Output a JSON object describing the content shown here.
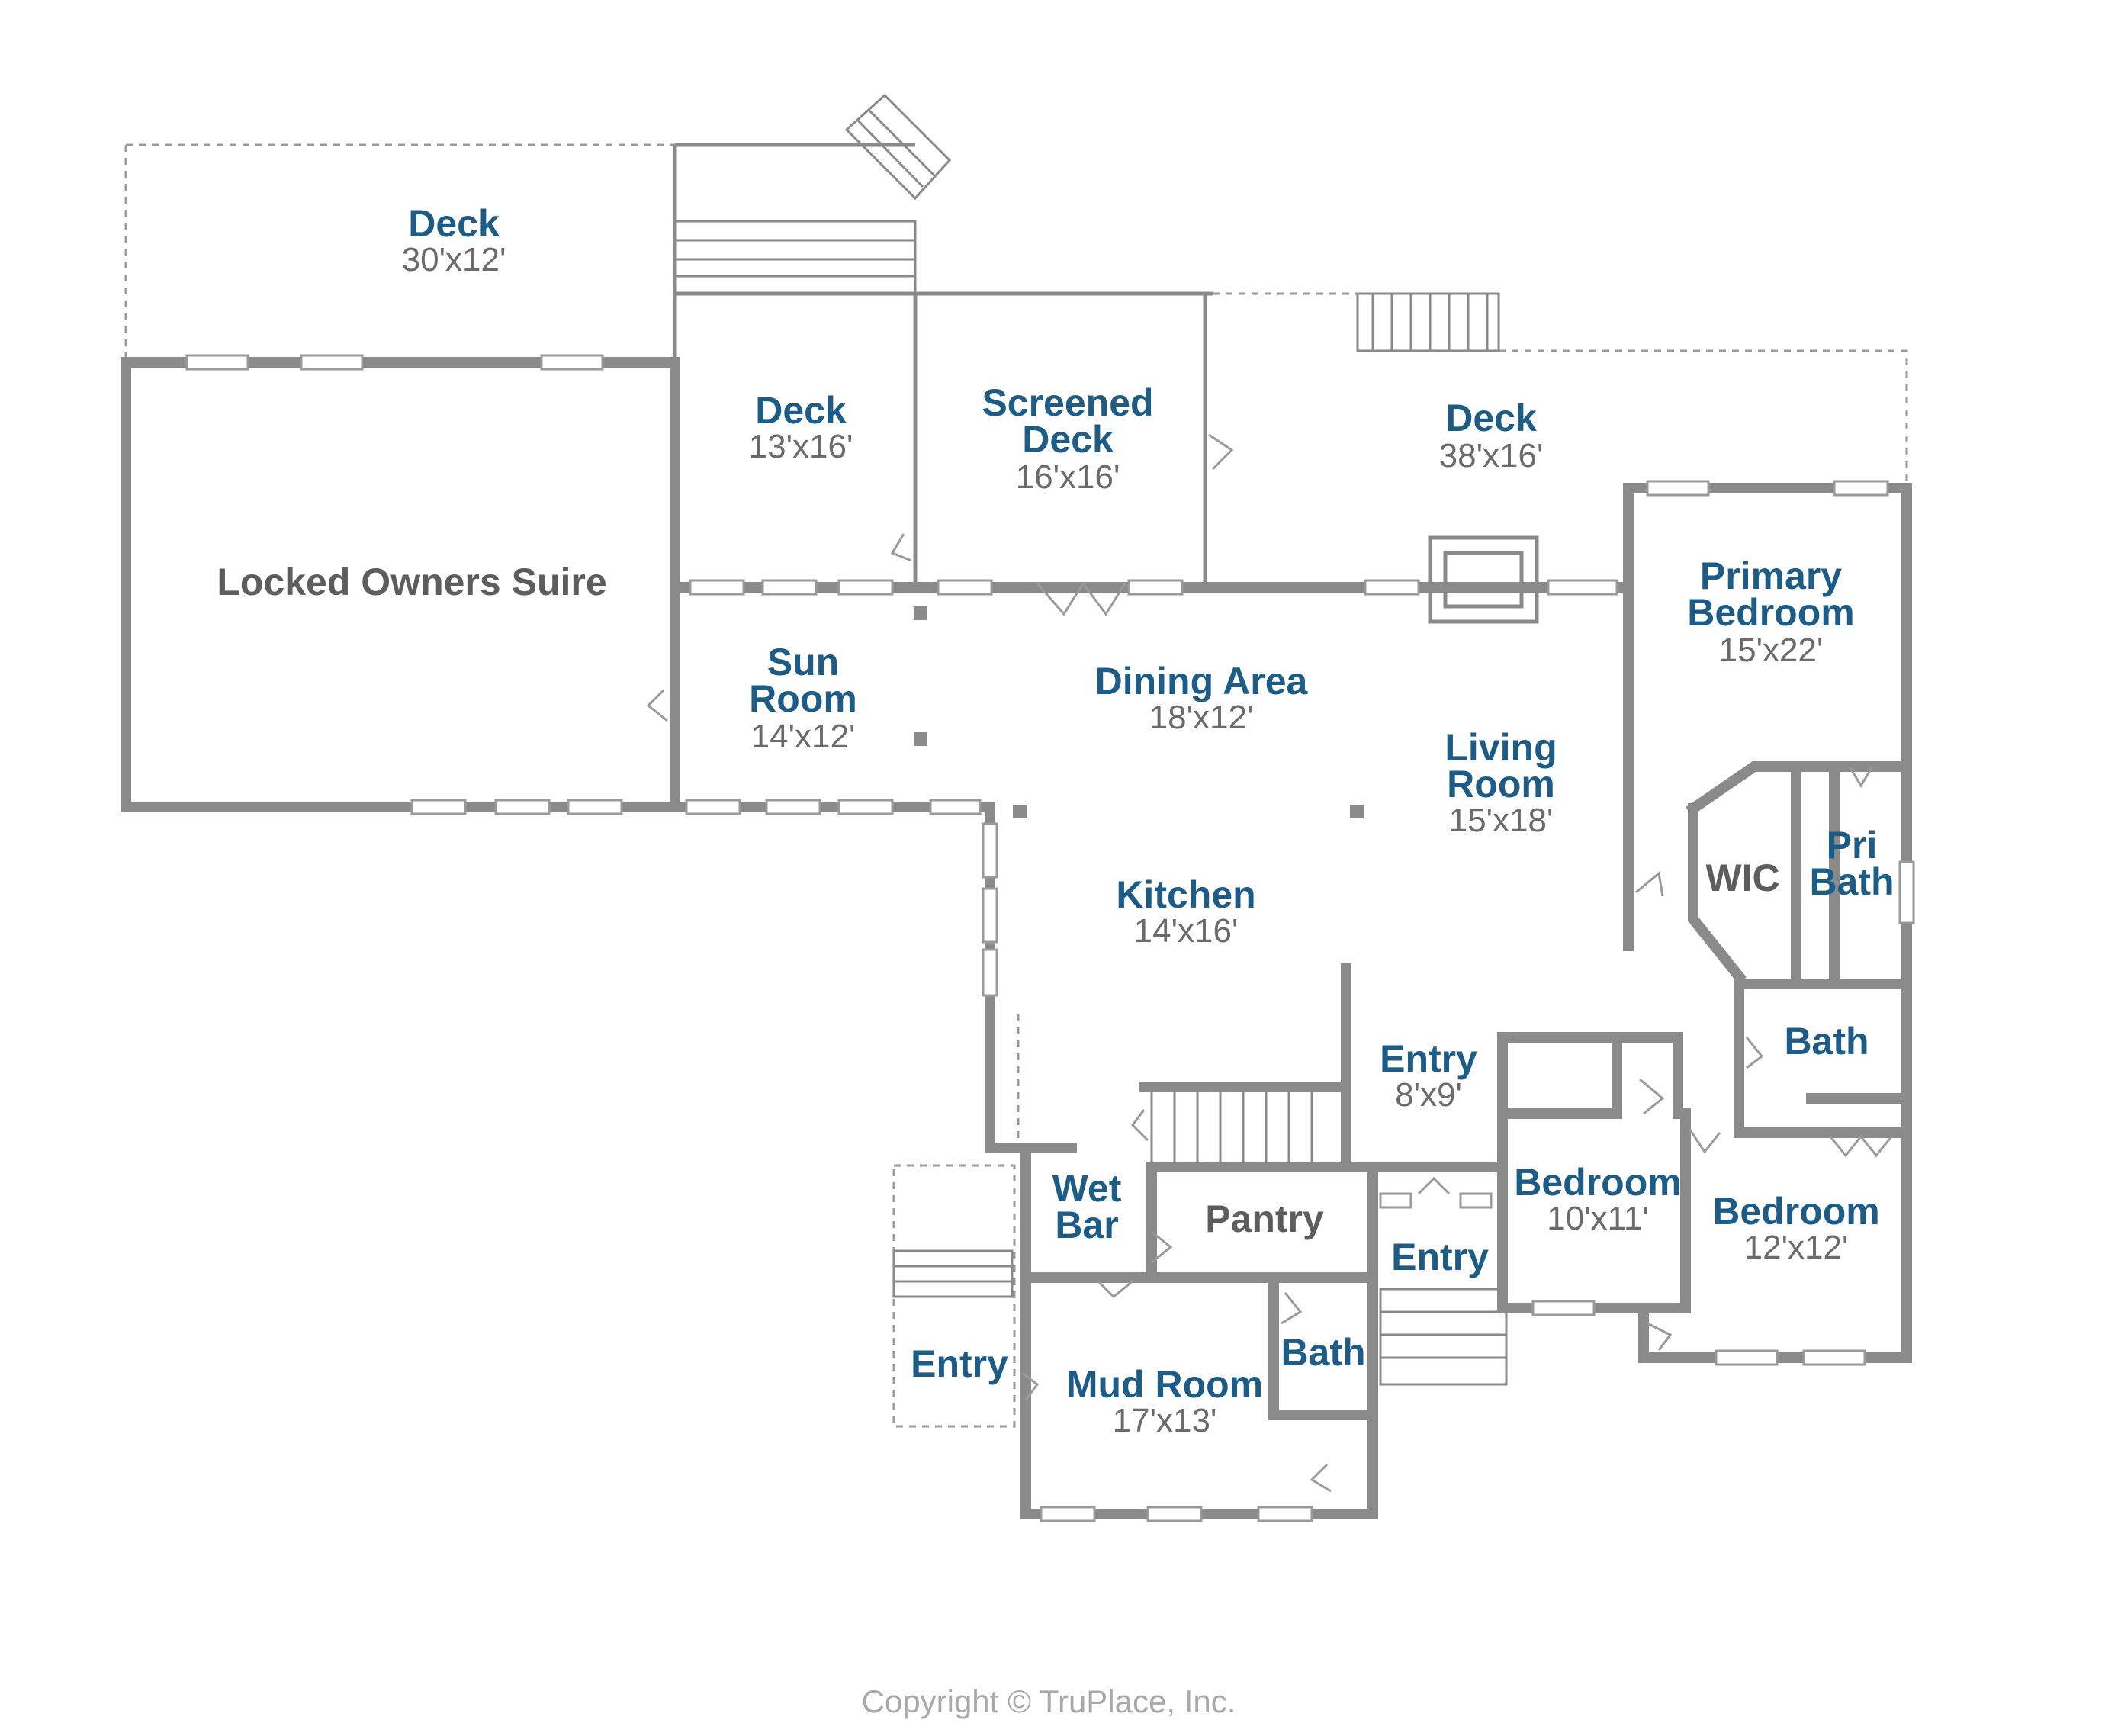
{
  "rooms": {
    "deck_top_left": {
      "name": "Deck",
      "dim": "30'x12'"
    },
    "deck_small": {
      "name": "Deck",
      "dim": "13'x16'"
    },
    "screened_deck": {
      "name_line1": "Screened",
      "name_line2": "Deck",
      "dim": "16'x16'"
    },
    "deck_right": {
      "name": "Deck",
      "dim": "38'x16'"
    },
    "owners_suite": {
      "name": "Locked Owners Suire"
    },
    "sun_room": {
      "name_line1": "Sun",
      "name_line2": "Room",
      "dim": "14'x12'"
    },
    "dining_area": {
      "name": "Dining Area",
      "dim": "18'x12'"
    },
    "living_room": {
      "name_line1": "Living",
      "name_line2": "Room",
      "dim": "15'x18'"
    },
    "primary_bedroom": {
      "name_line1": "Primary",
      "name_line2": "Bedroom",
      "dim": "15'x22'"
    },
    "wic": {
      "name": "WIC"
    },
    "pri_bath": {
      "name_line1": "Pri",
      "name_line2": "Bath"
    },
    "kitchen": {
      "name": "Kitchen",
      "dim": "14'x16'"
    },
    "entry_center": {
      "name": "Entry",
      "dim": "8'x9'"
    },
    "bath_right": {
      "name": "Bath"
    },
    "bedroom_mid": {
      "name": "Bedroom",
      "dim": "10'x11'"
    },
    "bedroom_right": {
      "name": "Bedroom",
      "dim": "12'x12'"
    },
    "wet_bar": {
      "name_line1": "Wet",
      "name_line2": "Bar"
    },
    "pantry": {
      "name": "Pantry"
    },
    "entry_lower": {
      "name": "Entry"
    },
    "entry_left": {
      "name": "Entry"
    },
    "mud_room": {
      "name": "Mud Room",
      "dim": "17'x13'"
    },
    "bath_lower": {
      "name": "Bath"
    }
  },
  "copyright": "Copyright © TruPlace, Inc."
}
